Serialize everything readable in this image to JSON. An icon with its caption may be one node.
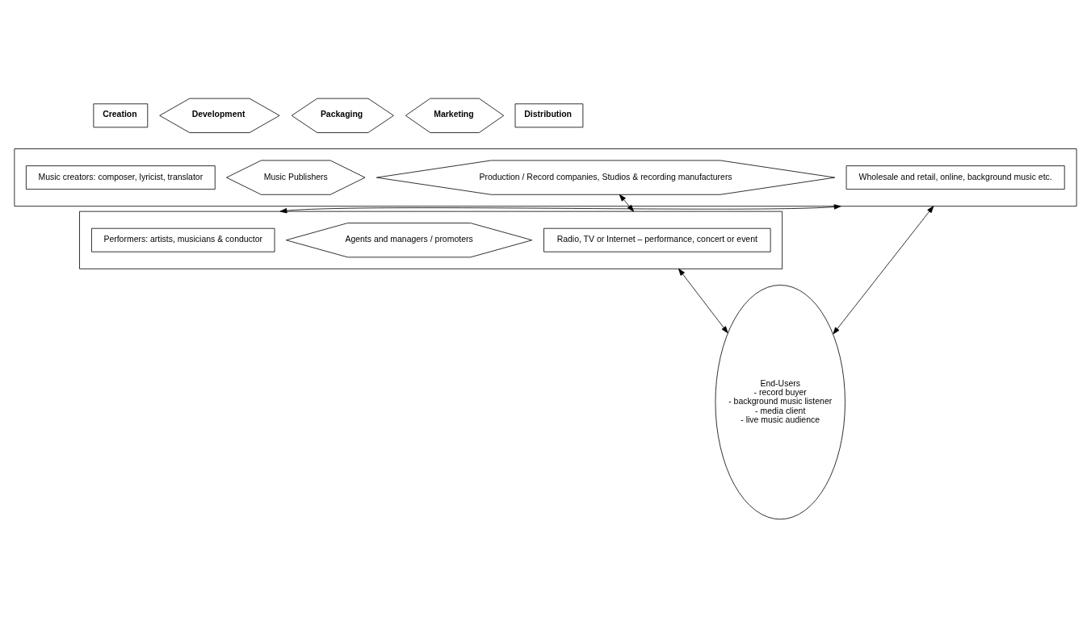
{
  "diagram": {
    "nodes": [
      {
        "text": [
          "Creation"
        ]
      },
      {
        "text": [
          "Development"
        ]
      },
      {
        "text": [
          "Packaging"
        ]
      },
      {
        "text": [
          "Marketing"
        ]
      },
      {
        "text": [
          "Distribution"
        ]
      },
      {
        "text": [
          "End-Users",
          "- record buyer",
          "- background music listener",
          "- media client",
          "- live music audience"
        ]
      },
      {
        "text": [],
        "shape": "box"
      },
      {
        "text": [
          "Music creators: composer, lyricist, translator"
        ],
        "in": 6
      },
      {
        "text": [
          "Music Publishers"
        ],
        "in": 6
      },
      {
        "text": [
          "Production / Record companies, Studios & recording manufacturers"
        ],
        "in": 6
      },
      {
        "text": [
          "Wholesale and retail, online, background music etc."
        ],
        "in": 6
      },
      {
        "text": [],
        "shape": "box"
      },
      {
        "text": [
          "Performers: artists, musicians & conductor"
        ],
        "in": 11
      },
      {
        "text": [
          "Agents and managers / promoters"
        ],
        "in": 11
      },
      {
        "text": [
          "Radio, TV or Internet – performance, concert or event"
        ],
        "in": 11
      }
    ],
    "edges": [
      {
        "from": 6,
        "to": 5,
        "arrow": "both"
      },
      {
        "from": 11,
        "to": 5,
        "arrow": "both"
      },
      {
        "from": 6,
        "to": 11,
        "arrow": "both"
      },
      {
        "from": 11,
        "to": 9,
        "arrow": "both"
      }
    ]
  }
}
